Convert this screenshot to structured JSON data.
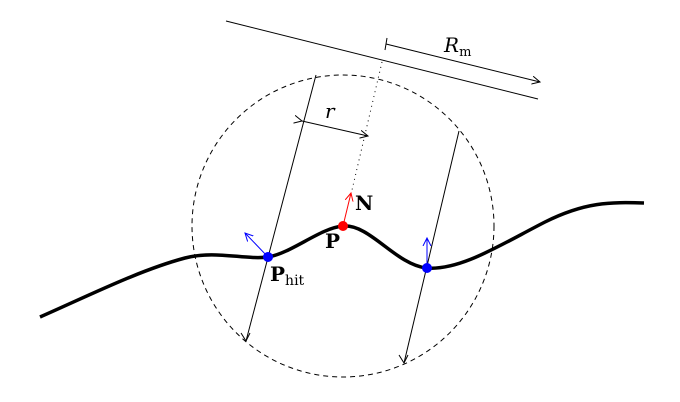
{
  "diagram": {
    "labels": {
      "radius_m_main": "R",
      "radius_m_sub": "m",
      "radius_r": "r",
      "normal": "N",
      "point": "P",
      "hit_main": "P",
      "hit_sub": "hit"
    },
    "colors": {
      "curve": "#000000",
      "normal_arrow": "#ff0000",
      "point_p": "#ff0000",
      "hit_point": "#0000ff",
      "hit_arrows": "#0000ff",
      "lines": "#000000",
      "circle": "#000000"
    }
  }
}
